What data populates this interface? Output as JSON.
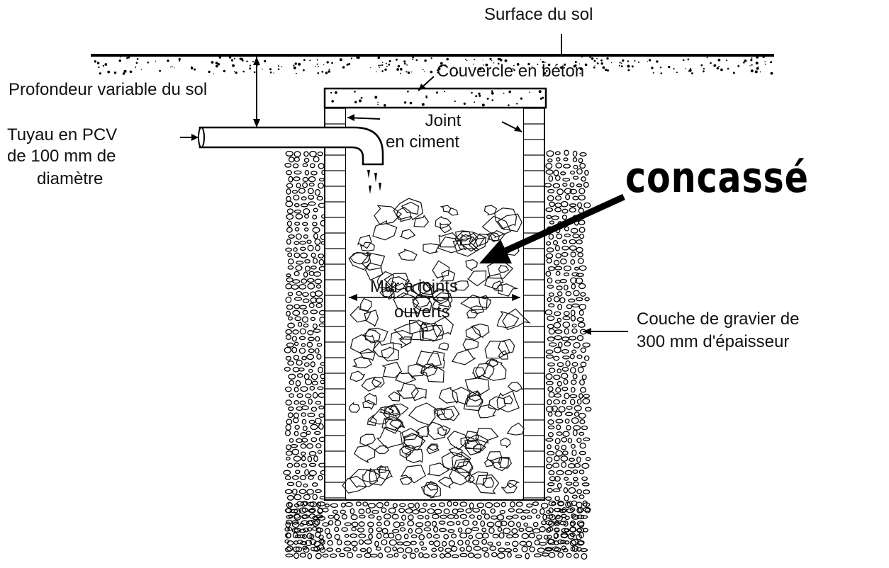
{
  "labels": {
    "ground_surface": "Surface du sol",
    "concrete_cover": "Couvercle en béton",
    "variable_depth": "Profondeur variable du sol",
    "pipe_line1": "Tuyau en PCV",
    "pipe_line2": "de 100 mm de",
    "pipe_line3": "diamètre",
    "joint_line1": "Joint",
    "joint_line2": "en ciment",
    "crushed_stone": "concassé",
    "open_wall_line1": "Mur à joints",
    "open_wall_line2": "ouverts",
    "gravel_line1": "Couche de gravier de",
    "gravel_line2": "300 mm d'épaisseur"
  }
}
